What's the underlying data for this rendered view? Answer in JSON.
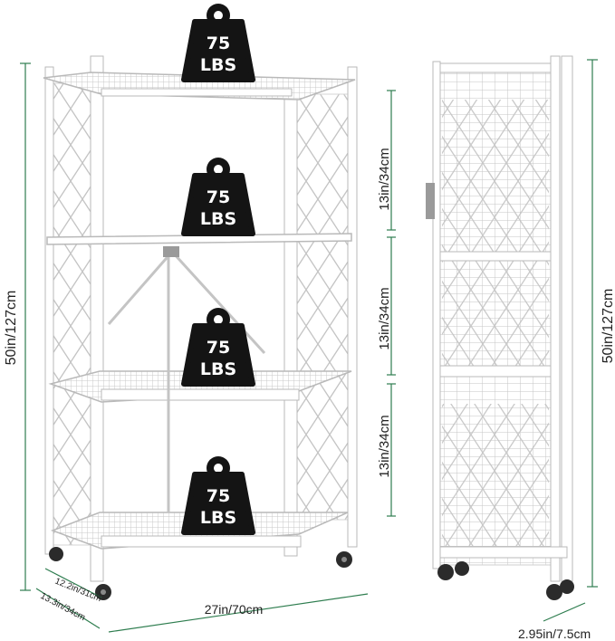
{
  "colors": {
    "frame": "#ffffff",
    "frame_edge": "#b9b9b9",
    "weight": "#141414",
    "dimension_line": "#2e7d4f",
    "text": "#222222"
  },
  "weights": [
    {
      "line1": "75",
      "line2": "LBS",
      "icon": "weight-icon"
    },
    {
      "line1": "75",
      "line2": "LBS",
      "icon": "weight-icon"
    },
    {
      "line1": "75",
      "line2": "LBS",
      "icon": "weight-icon"
    },
    {
      "line1": "75",
      "line2": "LBS",
      "icon": "weight-icon"
    }
  ],
  "dimensions": {
    "total_height_left": "50in/127cm",
    "total_height_right": "50in/127cm",
    "shelf_gap_1": "13in/34cm",
    "shelf_gap_2": "13in/34cm",
    "shelf_gap_3": "13in/34cm",
    "width": "27in/70cm",
    "depth_inner": "12.2in/31cm",
    "depth_outer": "13.3in/34cm",
    "folded_thickness": "2.95in/7.5cm"
  }
}
